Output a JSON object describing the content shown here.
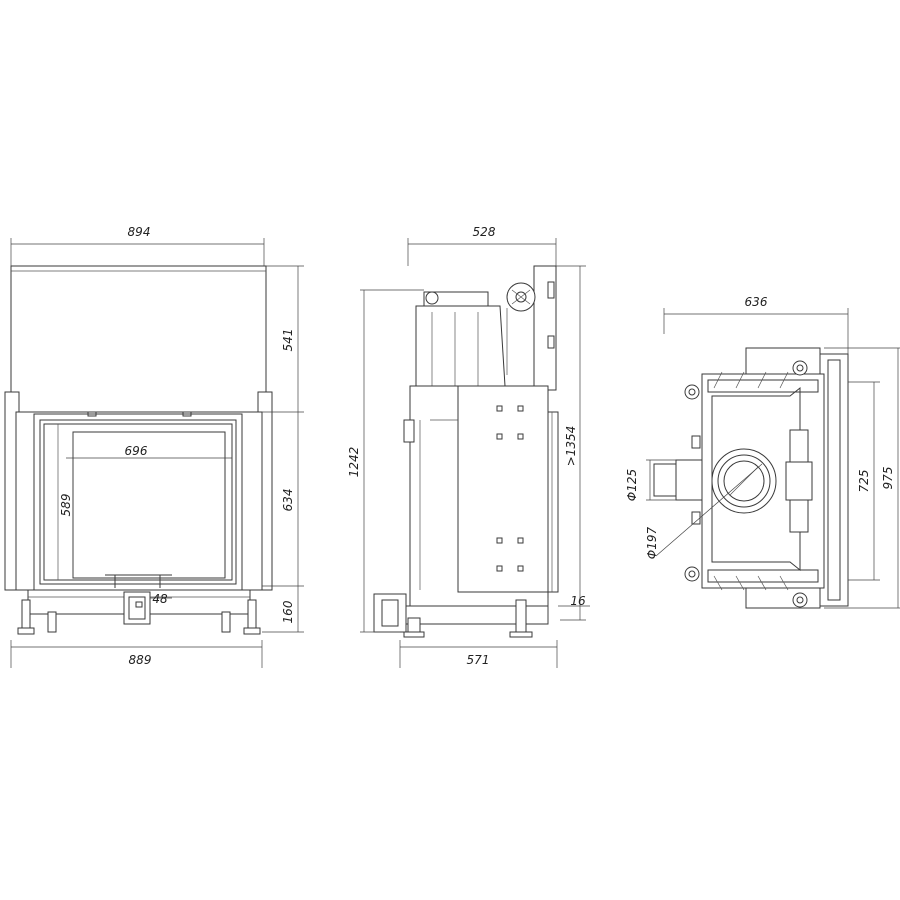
{
  "front_view": {
    "width_top": "894",
    "upper_height": "541",
    "glass_width": "696",
    "glass_height": "589",
    "lower_height": "634",
    "connector": "48",
    "base_height": "160",
    "width_bottom": "889"
  },
  "side_view": {
    "depth_top": "528",
    "height": "1242",
    "min_height": ">1354",
    "offset": "16",
    "depth_bottom": "571"
  },
  "top_view": {
    "width": "636",
    "inlet_diameter": "Φ125",
    "flue_diameter": "Φ197",
    "inner_depth": "725",
    "outer_depth": "975"
  }
}
